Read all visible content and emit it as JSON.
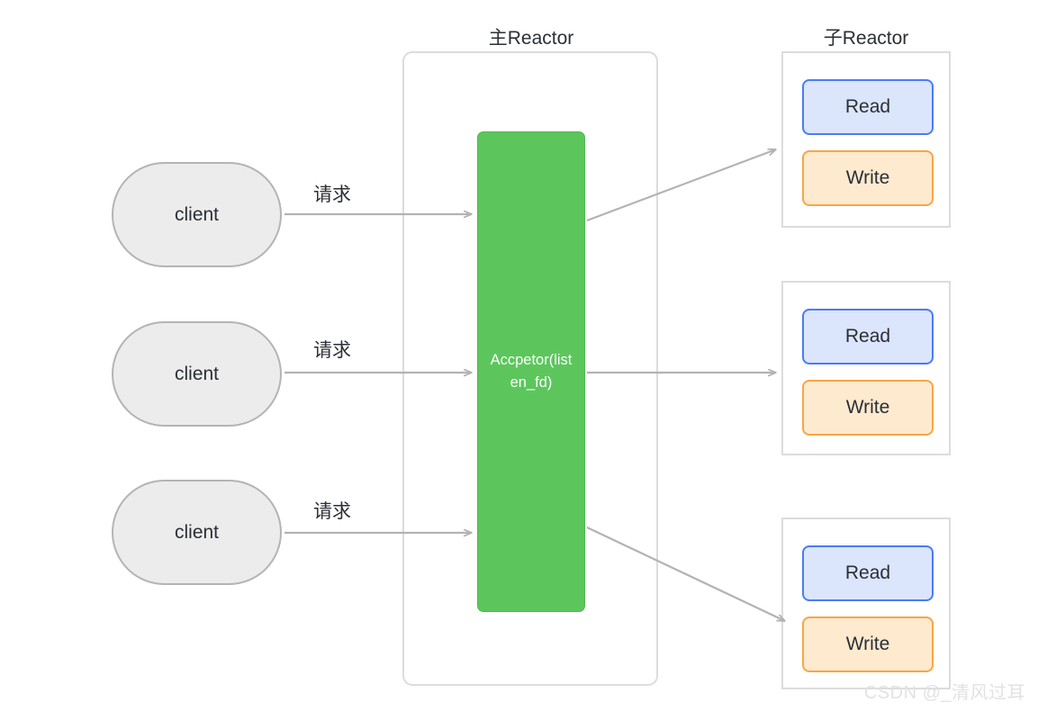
{
  "diagram": {
    "title_main": "主Reactor",
    "title_sub": "子Reactor",
    "acceptor_label": "Accpetor(listen_fd)",
    "clients": [
      {
        "label": "client",
        "arrow_label": "请求"
      },
      {
        "label": "client",
        "arrow_label": "请求"
      },
      {
        "label": "client",
        "arrow_label": "请求"
      }
    ],
    "sub_reactors": [
      {
        "read_label": "Read",
        "write_label": "Write"
      },
      {
        "read_label": "Read",
        "write_label": "Write"
      },
      {
        "read_label": "Read",
        "write_label": "Write"
      }
    ],
    "watermark": "CSDN @_清风过耳",
    "colors": {
      "acceptor_fill": "#5cc65c",
      "acceptor_border": "#4eb94e",
      "read_fill": "#dbe5fb",
      "read_border": "#4a7cf5",
      "write_fill": "#fdeacf",
      "write_border": "#f7a646",
      "client_fill": "#ececec",
      "client_border": "#b4b4b4",
      "container_border": "#dcdcdc",
      "arrow": "#b3b3b3",
      "text": "#2b2f36",
      "watermark": "#e2e2e2"
    }
  }
}
